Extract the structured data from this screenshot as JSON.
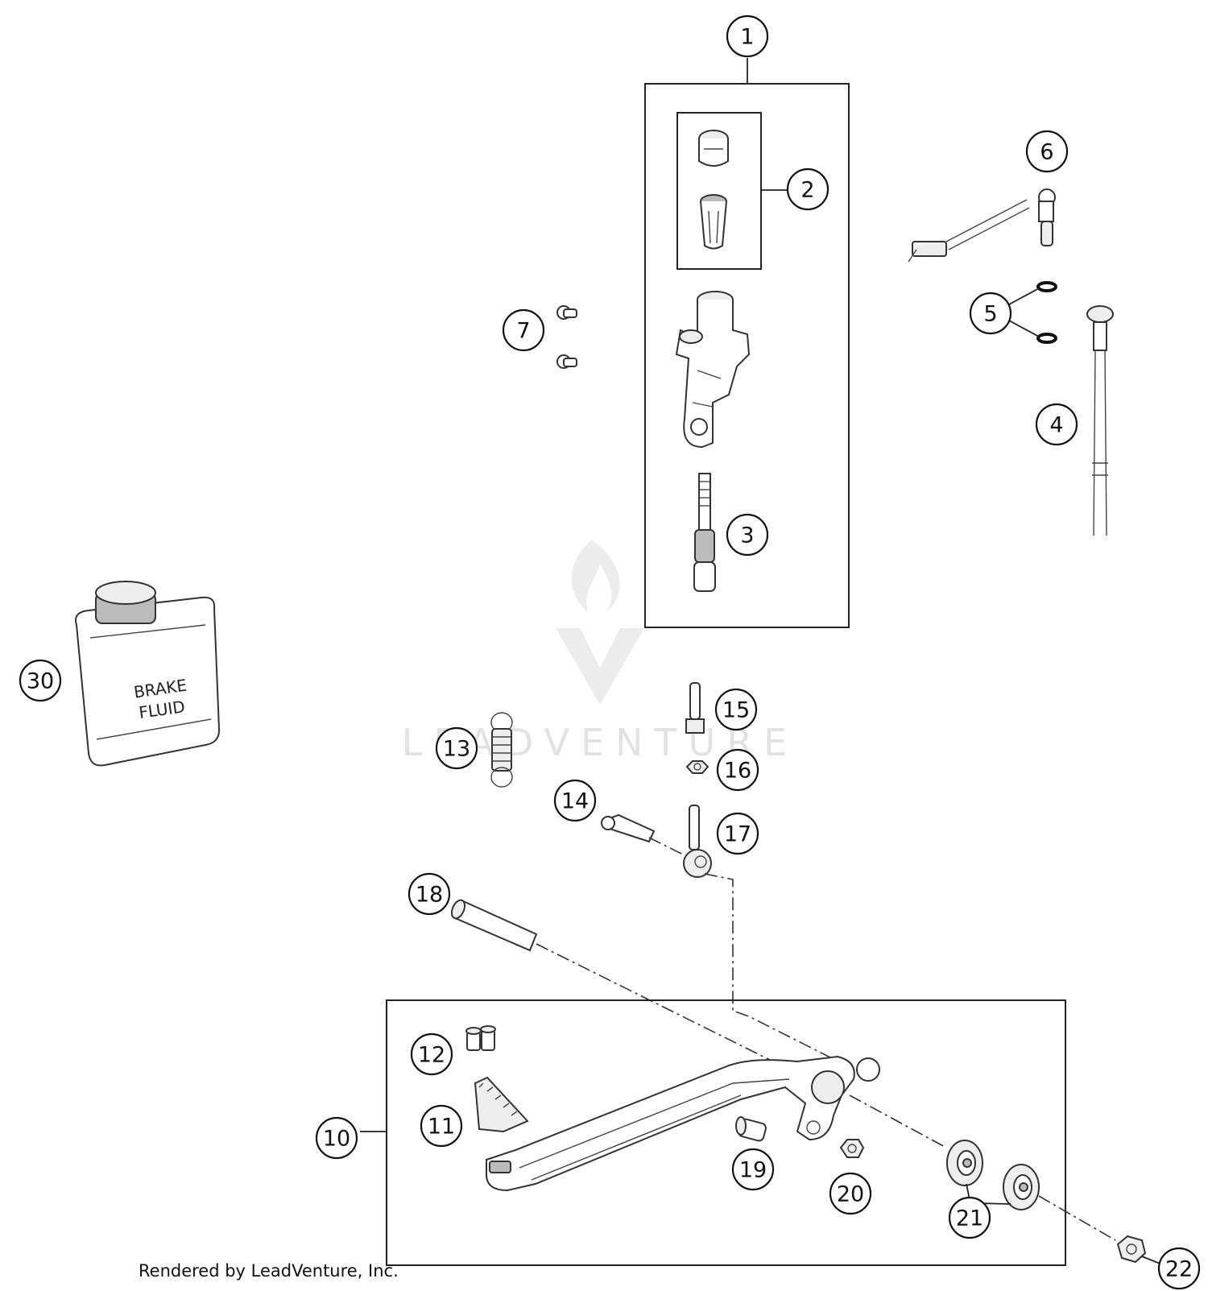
{
  "parts": [
    {
      "id": "part-1",
      "num": "1"
    },
    {
      "id": "part-2",
      "num": "2"
    },
    {
      "id": "part-3",
      "num": "3"
    },
    {
      "id": "part-4",
      "num": "4"
    },
    {
      "id": "part-5",
      "num": "5"
    },
    {
      "id": "part-6",
      "num": "6"
    },
    {
      "id": "part-7",
      "num": "7"
    },
    {
      "id": "part-10",
      "num": "10"
    },
    {
      "id": "part-11",
      "num": "11"
    },
    {
      "id": "part-12",
      "num": "12"
    },
    {
      "id": "part-13",
      "num": "13"
    },
    {
      "id": "part-14",
      "num": "14"
    },
    {
      "id": "part-15",
      "num": "15"
    },
    {
      "id": "part-16",
      "num": "16"
    },
    {
      "id": "part-17",
      "num": "17"
    },
    {
      "id": "part-18",
      "num": "18"
    },
    {
      "id": "part-19",
      "num": "19"
    },
    {
      "id": "part-20",
      "num": "20"
    },
    {
      "id": "part-21",
      "num": "21"
    },
    {
      "id": "part-22",
      "num": "22"
    },
    {
      "id": "part-30",
      "num": "30"
    }
  ],
  "brake_fluid_can": {
    "line1": "BRAKE",
    "line2": "FLUID"
  },
  "watermark": {
    "text": "LEADVENTURE"
  },
  "footer": {
    "text": "Rendered by LeadVenture, Inc."
  }
}
